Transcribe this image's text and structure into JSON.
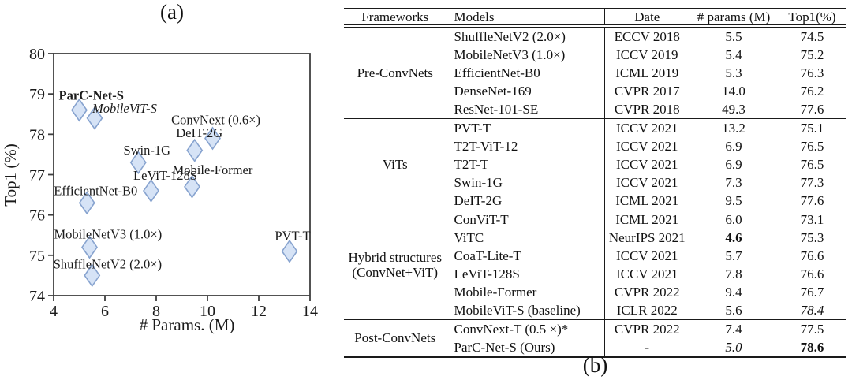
{
  "panel_a": {
    "caption": "(a)"
  },
  "panel_b": {
    "caption": "(b)"
  },
  "chart_data": {
    "type": "scatter",
    "title": "",
    "xlabel": "# Params. (M)",
    "ylabel": "Top1 (%)",
    "xlim": [
      4,
      14
    ],
    "ylim": [
      74,
      80
    ],
    "xticks": [
      4,
      6,
      8,
      10,
      12,
      14
    ],
    "yticks": [
      74,
      75,
      76,
      77,
      78,
      79,
      80
    ],
    "grid": false,
    "legend": "none",
    "marker": "diamond",
    "colors": {
      "marker_fill": "#d6e3f6",
      "marker_stroke": "#87a3cf",
      "axis": "#3f3f3f",
      "text": "#1a1a1a"
    },
    "points": [
      {
        "label": "ParC-Net-S",
        "x": 5.0,
        "y": 78.6,
        "label_style": "bold",
        "label_anchor": "start",
        "label_dx": -26,
        "label_dy": -13
      },
      {
        "label": "MobileViT-S",
        "x": 5.6,
        "y": 78.4,
        "label_style": "italic",
        "label_anchor": "start",
        "label_dx": -3,
        "label_dy": -7
      },
      {
        "label": "ConvNext (0.6×)",
        "x": 10.2,
        "y": 77.9,
        "label_style": "normal",
        "label_anchor": "middle",
        "label_dx": 4,
        "label_dy": -18
      },
      {
        "label": "DeIT-2G",
        "x": 9.5,
        "y": 77.6,
        "label_style": "normal",
        "label_anchor": "middle",
        "label_dx": 6,
        "label_dy": -17
      },
      {
        "label": "Swin-1G",
        "x": 7.3,
        "y": 77.3,
        "label_style": "normal",
        "label_anchor": "middle",
        "label_dx": 11,
        "label_dy": -10
      },
      {
        "label": "Mobile-Former",
        "x": 9.4,
        "y": 76.7,
        "label_style": "normal",
        "label_anchor": "middle",
        "label_dx": 26,
        "label_dy": -16
      },
      {
        "label": "LeViT-128S",
        "x": 7.8,
        "y": 76.6,
        "label_style": "normal",
        "label_anchor": "middle",
        "label_dx": 18,
        "label_dy": -14
      },
      {
        "label": "EfficientNet-B0",
        "x": 5.3,
        "y": 76.3,
        "label_style": "normal",
        "label_anchor": "start",
        "label_dx": -42,
        "label_dy": -10
      },
      {
        "label": "MobileNetV3 (1.0×)",
        "x": 5.4,
        "y": 75.2,
        "label_style": "normal",
        "label_anchor": "start",
        "label_dx": -45,
        "label_dy": -11
      },
      {
        "label": "ShuffleNetV2 (2.0×)",
        "x": 5.5,
        "y": 74.5,
        "label_style": "normal",
        "label_anchor": "start",
        "label_dx": -49,
        "label_dy": -9
      },
      {
        "label": "PVT-T",
        "x": 13.2,
        "y": 75.1,
        "label_style": "normal",
        "label_anchor": "middle",
        "label_dx": 4,
        "label_dy": -14
      }
    ]
  },
  "table": {
    "headers": [
      "Frameworks",
      "Models",
      "Date",
      "# params (M)",
      "Top1(%)"
    ],
    "groups": [
      {
        "framework": "Pre-ConvNets",
        "rows": [
          {
            "model": "ShuffleNetV2 (2.0×)",
            "date": "ECCV 2018",
            "params": "5.5",
            "params_style": "normal",
            "top1": "74.5",
            "top1_style": "normal"
          },
          {
            "model": "MobileNetV3 (1.0×)",
            "date": "ICCV 2019",
            "params": "5.4",
            "params_style": "normal",
            "top1": "75.2",
            "top1_style": "normal"
          },
          {
            "model": "EfficientNet-B0",
            "date": "ICML 2019",
            "params": "5.3",
            "params_style": "normal",
            "top1": "76.3",
            "top1_style": "normal"
          },
          {
            "model": "DenseNet-169",
            "date": "CVPR 2017",
            "params": "14.0",
            "params_style": "normal",
            "top1": "76.2",
            "top1_style": "normal"
          },
          {
            "model": "ResNet-101-SE",
            "date": "CVPR 2018",
            "params": "49.3",
            "params_style": "normal",
            "top1": "77.6",
            "top1_style": "normal"
          }
        ]
      },
      {
        "framework": "ViTs",
        "rows": [
          {
            "model": "PVT-T",
            "date": "ICCV 2021",
            "params": "13.2",
            "params_style": "normal",
            "top1": "75.1",
            "top1_style": "normal"
          },
          {
            "model": "T2T-ViT-12",
            "date": "ICCV 2021",
            "params": "6.9",
            "params_style": "normal",
            "top1": "76.5",
            "top1_style": "normal"
          },
          {
            "model": "T2T-T",
            "date": "ICCV 2021",
            "params": "6.9",
            "params_style": "normal",
            "top1": "76.5",
            "top1_style": "normal"
          },
          {
            "model": "Swin-1G",
            "date": "ICCV 2021",
            "params": "7.3",
            "params_style": "normal",
            "top1": "77.3",
            "top1_style": "normal"
          },
          {
            "model": "DeIT-2G",
            "date": "ICML 2021",
            "params": "9.5",
            "params_style": "normal",
            "top1": "77.6",
            "top1_style": "normal"
          }
        ]
      },
      {
        "framework": "Hybrid structures (ConvNet+ViT)",
        "rows": [
          {
            "model": "ConViT-T",
            "date": "ICML 2021",
            "params": "6.0",
            "params_style": "normal",
            "top1": "73.1",
            "top1_style": "normal"
          },
          {
            "model": "ViTC",
            "date": "NeurIPS 2021",
            "params": "4.6",
            "params_style": "bold",
            "top1": "75.3",
            "top1_style": "normal"
          },
          {
            "model": "CoaT-Lite-T",
            "date": "ICCV 2021",
            "params": "5.7",
            "params_style": "normal",
            "top1": "76.6",
            "top1_style": "normal"
          },
          {
            "model": "LeViT-128S",
            "date": "ICCV 2021",
            "params": "7.8",
            "params_style": "normal",
            "top1": "76.6",
            "top1_style": "normal"
          },
          {
            "model": "Mobile-Former",
            "date": "CVPR 2022",
            "params": "9.4",
            "params_style": "normal",
            "top1": "76.7",
            "top1_style": "normal"
          },
          {
            "model": "MobileViT-S (baseline)",
            "date": "ICLR 2022",
            "params": "5.6",
            "params_style": "normal",
            "top1": "78.4",
            "top1_style": "italic"
          }
        ]
      },
      {
        "framework": "Post-ConvNets",
        "rows": [
          {
            "model": "ConvNext-T (0.5 ×)*",
            "date": "CVPR 2022",
            "params": "7.4",
            "params_style": "normal",
            "top1": "77.5",
            "top1_style": "normal"
          },
          {
            "model": "ParC-Net-S  (Ours)",
            "date": "-",
            "params": "5.0",
            "params_style": "italic",
            "top1": "78.6",
            "top1_style": "bold"
          }
        ]
      }
    ]
  }
}
